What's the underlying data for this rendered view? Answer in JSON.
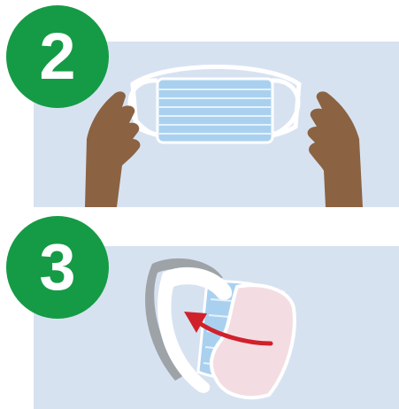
{
  "steps": [
    {
      "number": "2",
      "illustration": "hands-holding-mask-by-ear-loops"
    },
    {
      "number": "3",
      "illustration": "placing-mask-on-face-with-arrow"
    }
  ],
  "colors": {
    "badge": "#159b45",
    "badge_text": "#ffffff",
    "panel_background": "#d7e2f1",
    "mask": "#a9d1ef",
    "mask_pleat": "#e6f2fb",
    "skin": "#8b6342",
    "ear_loop": "#ffffff",
    "arrow": "#d0212b",
    "face": "#f4dde2"
  }
}
